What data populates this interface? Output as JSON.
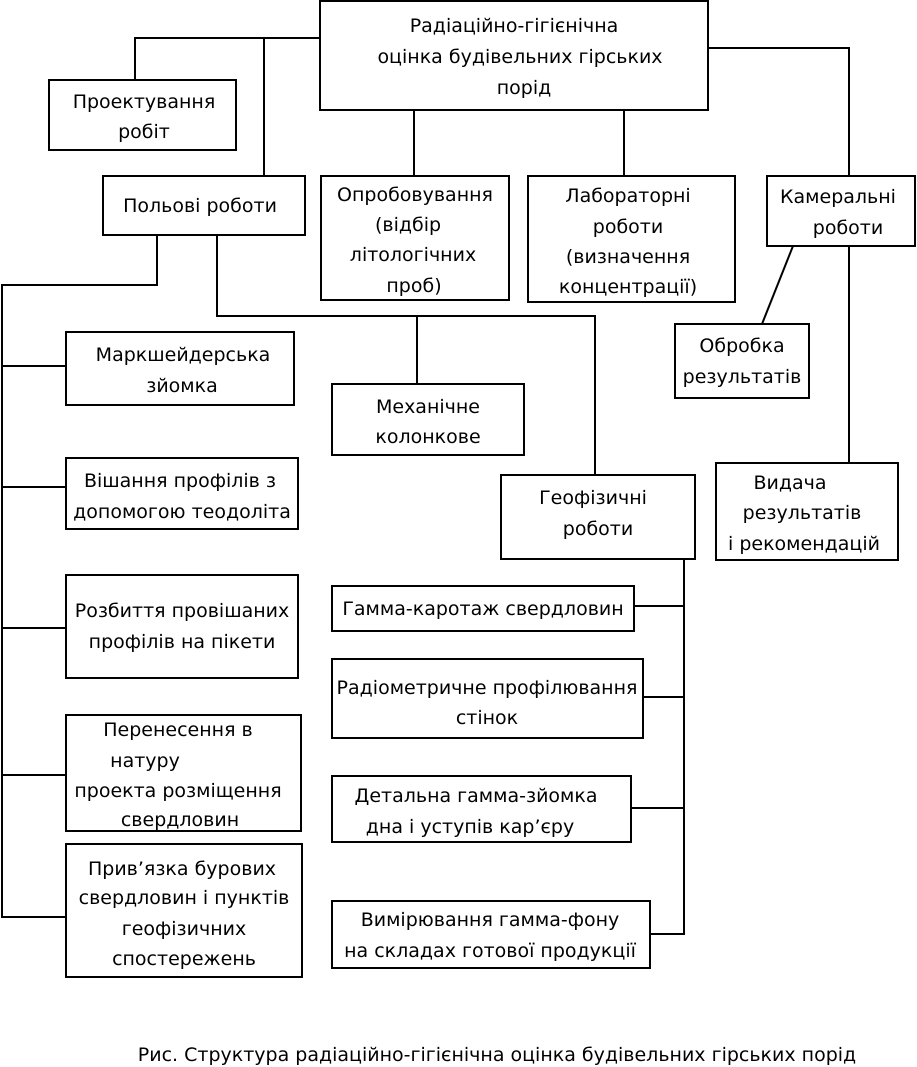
{
  "root": [
    "Радіаційно-гігієнічна",
    "оцінка будівельних гірських",
    "порід"
  ],
  "design": [
    "Проектування",
    "робіт"
  ],
  "field": [
    "Польові роботи"
  ],
  "sampling": [
    "Опробовування",
    "(відбір",
    "літологічних",
    "проб)"
  ],
  "lab": [
    "Лабораторні",
    "роботи",
    "(визначення",
    "концентрації)"
  ],
  "office": [
    "Камеральні",
    "роботи"
  ],
  "processing": [
    "Обробка",
    "результатів"
  ],
  "issuance": [
    "Видача",
    "результатів",
    "і рекомендацій"
  ],
  "survey": [
    "Маркшейдерська",
    "зйомка"
  ],
  "mechanical": [
    "Механічне",
    "колонкове"
  ],
  "hanging": [
    "Вішання профілів з",
    "допомогою теодоліта"
  ],
  "geophys": [
    "Геофізичні",
    "роботи"
  ],
  "staking": [
    "Розбиття провішаних",
    "профілів на пікети"
  ],
  "gamma_logging": [
    "Гамма-каротаж свердловин"
  ],
  "transfer": [
    "Перенесення в",
    "натуру",
    "проекта розміщення",
    "свердловин"
  ],
  "radiometric": [
    "Радіометричне профілювання",
    "стінок"
  ],
  "detailed": [
    "Детальна гамма-зйомка",
    "дна і уступів кар’єру"
  ],
  "tying": [
    "Прив’язка бурових",
    "свердловин і пунктів",
    "геофізичних",
    "спостережень"
  ],
  "background": [
    "Вимірювання гамма-фону",
    "на складах готової продукції"
  ],
  "caption": "Рис.  Структура радіаційно-гігієнічна оцінка будівельних гірських порід"
}
